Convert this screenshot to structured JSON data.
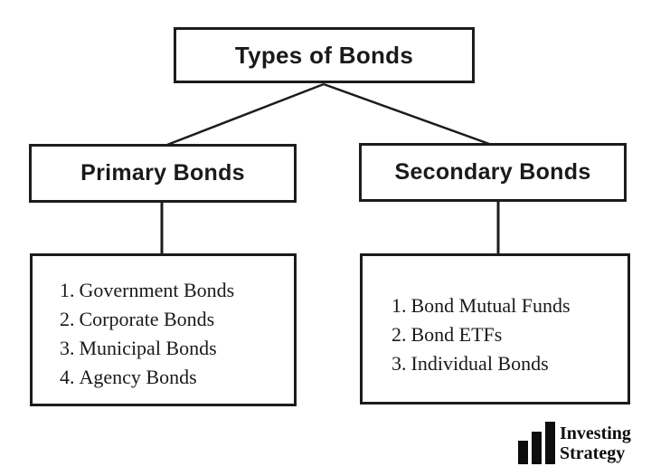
{
  "diagram": {
    "root": {
      "label": "Types of Bonds"
    },
    "branches": [
      {
        "label": "Primary Bonds",
        "items": [
          {
            "num": "1.",
            "label": "Government Bonds"
          },
          {
            "num": "2.",
            "label": "Corporate Bonds"
          },
          {
            "num": "3.",
            "label": "Municipal Bonds"
          },
          {
            "num": "4.",
            "label": "Agency Bonds"
          }
        ]
      },
      {
        "label": "Secondary Bonds",
        "items": [
          {
            "num": "1.",
            "label": "Bond Mutual Funds"
          },
          {
            "num": "2.",
            "label": "Bond ETFs"
          },
          {
            "num": "3.",
            "label": "Individual Bonds"
          }
        ]
      }
    ]
  },
  "logo": {
    "icon": "bar-chart-icon",
    "line1": "Investing",
    "line2": "Strategy"
  },
  "colors": {
    "background": "#ffffff",
    "line": "#1c1c1c",
    "text": "#1a1a1a",
    "logo": "#0d0d0d"
  }
}
